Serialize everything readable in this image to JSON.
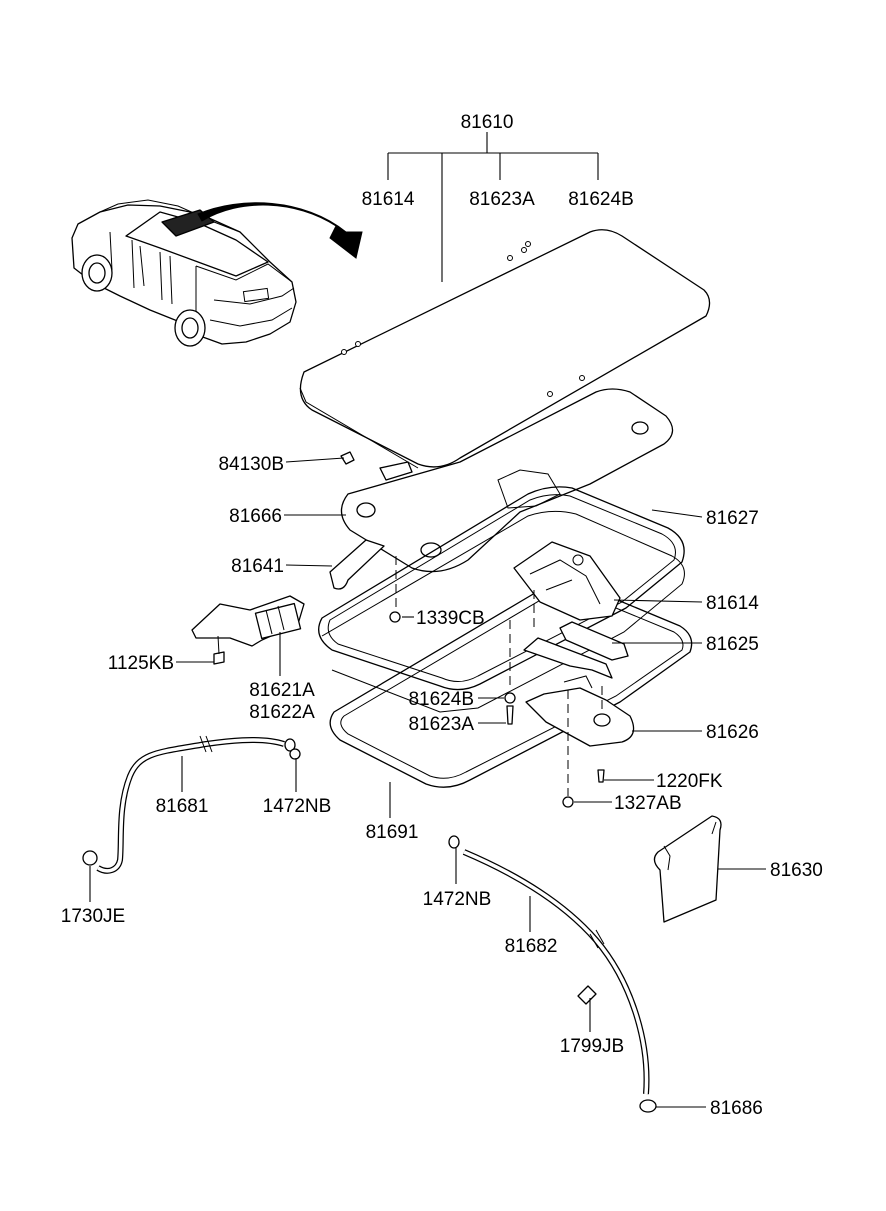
{
  "labels": {
    "main_assy": "81610",
    "sub_81614_top": "81614",
    "sub_81623a_top": "81623A",
    "sub_81624b_top": "81624B",
    "l_84130b": "84130B",
    "l_81666": "81666",
    "l_81627": "81627",
    "l_81641": "81641",
    "l_81614": "81614",
    "l_1339cb": "1339CB",
    "l_81625": "81625",
    "l_1125kb": "1125KB",
    "l_81621a": "81621A",
    "l_81622a": "81622A",
    "l_81624b": "81624B",
    "l_81623a": "81623A",
    "l_81626": "81626",
    "l_1220fk": "1220FK",
    "l_1327ab": "1327AB",
    "l_81681": "81681",
    "l_1472nb_left": "1472NB",
    "l_81691": "81691",
    "l_1472nb_mid": "1472NB",
    "l_81630": "81630",
    "l_1730je": "1730JE",
    "l_81682": "81682",
    "l_1799jb": "1799JB",
    "l_81686": "81686"
  }
}
